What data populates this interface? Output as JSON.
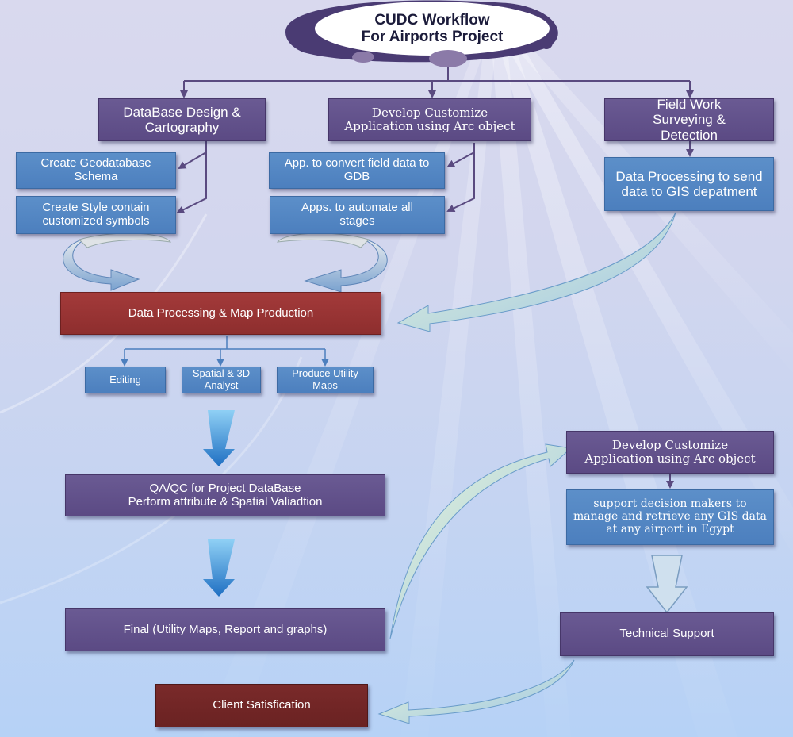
{
  "title": {
    "line1": "CUDC Workflow",
    "line2": "For Airports Project"
  },
  "top_boxes": {
    "database_design": "DataBase Design & Cartography",
    "develop_app": "Develop Customize Application using Arc object",
    "field_work": "Field Work Surveying & Detection"
  },
  "sub_boxes": {
    "create_schema": "Create Geodatabase Schema",
    "create_style": "Create Style contain customized symbols",
    "app_convert": "App. to convert field data to GDB",
    "app_automate": "Apps. to automate all stages",
    "data_processing_gis": "Data Processing to send data to GIS depatment"
  },
  "map_production": "Data Processing & Map Production",
  "tools": {
    "editing": "Editing",
    "spatial": "Spatial & 3D Analyst",
    "utility": "Produce Utility Maps"
  },
  "qa_qc": {
    "line1": "QA/QC for Project DataBase",
    "line2": "Perform attribute & Spatial Valiadtion"
  },
  "final": "Final (Utility Maps, Report and graphs)",
  "client": "Client Satisfication",
  "right_flow": {
    "develop_app": "Develop Customize Application using Arc object",
    "support": "support decision makers to manage and retrieve any GIS data at any airport in Egypt",
    "technical_support": "Technical Support"
  },
  "colors": {
    "purple": "#5b4a84",
    "blue": "#4c7fbe",
    "red": "#8e2e2e",
    "dark_red": "#6a2222",
    "connector": "#5a4a80"
  }
}
